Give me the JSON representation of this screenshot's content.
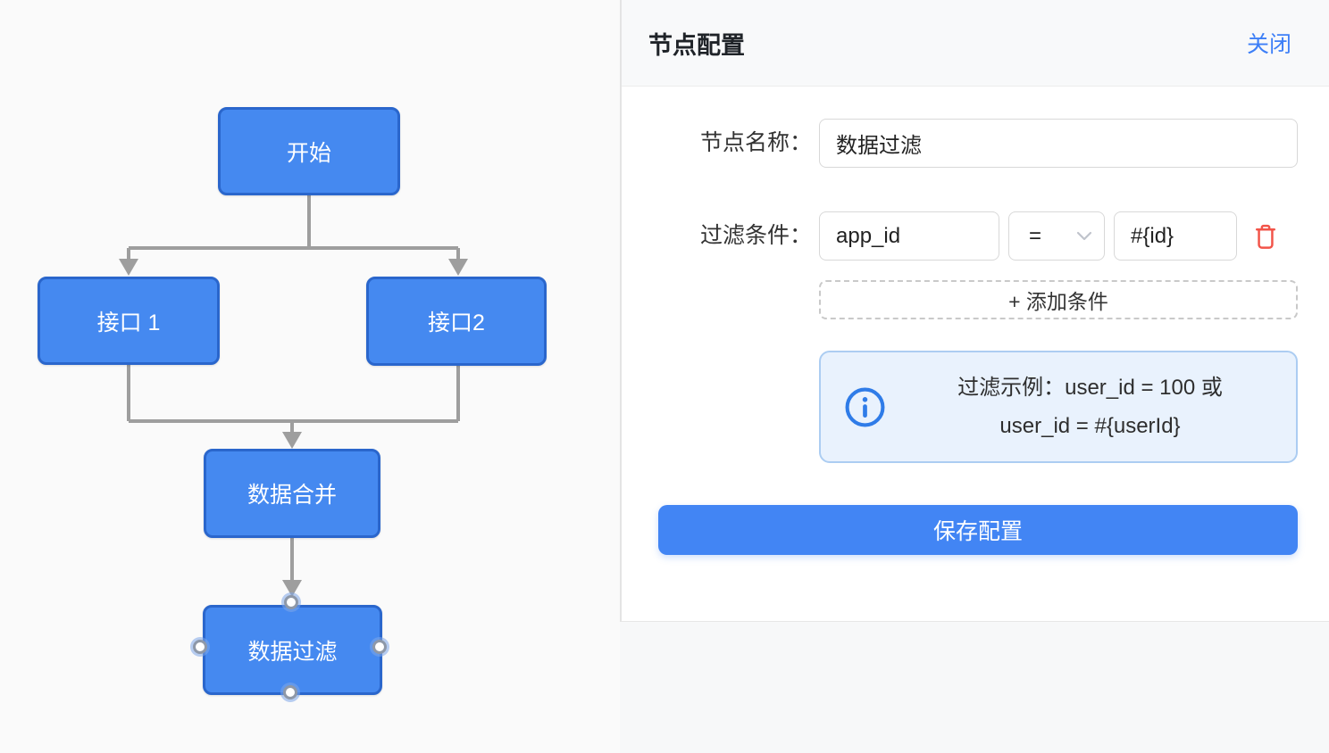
{
  "panel": {
    "title": "节点配置",
    "close_label": "关闭",
    "name_label": "节点名称：",
    "name_value": "数据过滤",
    "condition_label": "过滤条件：",
    "condition": {
      "field": "app_id",
      "operator": "=",
      "value": "#{id}"
    },
    "add_condition_label": "+ 添加条件",
    "hint_line1": "过滤示例：user_id = 100 或",
    "hint_line2": "user_id = #{userId}",
    "save_label": "保存配置"
  },
  "flowchart": {
    "nodes": [
      {
        "id": "start",
        "label": "开始"
      },
      {
        "id": "api1",
        "label": "接口 1"
      },
      {
        "id": "api2",
        "label": "接口2"
      },
      {
        "id": "merge",
        "label": "数据合并"
      },
      {
        "id": "filter",
        "label": "数据过滤",
        "selected": true
      }
    ],
    "edges": [
      "start->api1",
      "start->api2",
      "api1->merge",
      "api2->merge",
      "merge->filter"
    ]
  },
  "colors": {
    "accent": "#4285f4",
    "node_fill": "#4589f0",
    "node_border": "#2a66cc",
    "edge": "#9e9e9e",
    "link": "#3d7ff7",
    "danger": "#f25449",
    "hint_bg": "#e9f2fd",
    "hint_border": "#accdf2",
    "canvas_bg": "#fafafa"
  }
}
